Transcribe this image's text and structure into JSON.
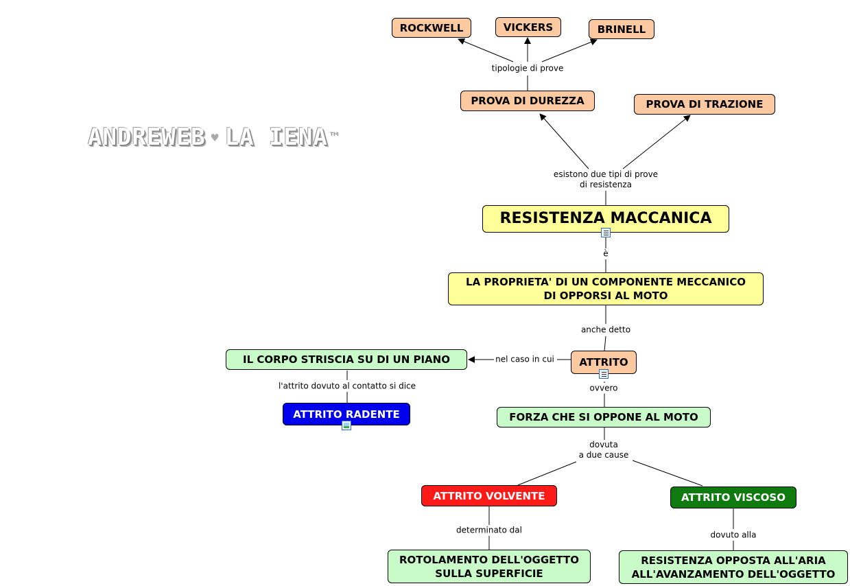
{
  "logo": {
    "main": "ANDREWEB",
    "second": "LA IENA",
    "tm": "™"
  },
  "nodes": {
    "rockwell": "ROCKWELL",
    "vickers": "VICKERS",
    "brinell": "BRINELL",
    "prova_durezza": "PROVA DI DUREZZA",
    "prova_trazione": "PROVA DI TRAZIONE",
    "resistenza": "RESISTENZA MACCANICA",
    "proprieta": "LA PROPRIETA' DI UN COMPONENTE MECCANICO\nDI OPPORSI AL MOTO",
    "attrito": "ATTRITO",
    "corpo_striscia": "IL CORPO STRISCIA SU DI UN PIANO",
    "attrito_radente": "ATTRITO RADENTE",
    "forza": "FORZA CHE SI OPPONE AL MOTO",
    "volvente": "ATTRITO VOLVENTE",
    "viscoso": "ATTRITO VISCOSO",
    "rotolamento": "ROTOLAMENTO DELL'OGGETTO\nSULLA SUPERFICIE",
    "resistenza_aria": "RESISTENZA OPPOSTA ALL'ARIA\nALL'AVANZAMENTO DELL'OGGETTO"
  },
  "links": {
    "tipologie": "tipologie di prove",
    "esistono": "esistono due tipi di prove\ndi resistenza",
    "e": "è",
    "anche_detto": "anche detto",
    "nel_caso": "nel caso in cui",
    "contatto": "l'attrito dovuto al contatto si dice",
    "ovvero": "ovvero",
    "dovuta": "dovuta\na due cause",
    "determinato": "determinato dal",
    "dovuto_alla": "dovuto alla"
  },
  "colors": {
    "orange": "#fcc9a0",
    "yellow": "#ffff99",
    "light_green": "#c9fbc9",
    "blue": "#0000ee",
    "red": "#ff1a1a",
    "dark_green": "#0f7a0f"
  }
}
